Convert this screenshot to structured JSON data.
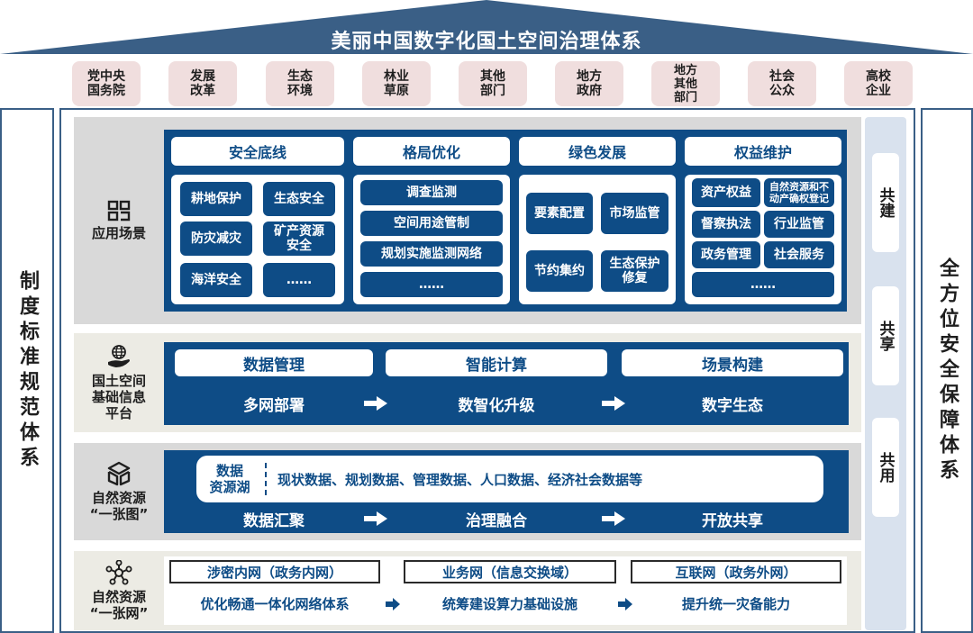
{
  "title": "美丽中国数字化国土空间治理体系",
  "colors": {
    "primary_blue": "#0e4c86",
    "roof_blue": "#3a5f86",
    "stakeholder_pink": "#f0dede",
    "layer_gray": "#d9d9d9",
    "layer_beige": "#ecebe4",
    "shared_column": "#d9e2ee"
  },
  "stakeholders": [
    {
      "label": "党中央\n国务院"
    },
    {
      "label": "发展\n改革"
    },
    {
      "label": "生态\n环境"
    },
    {
      "label": "林业\n草原"
    },
    {
      "label": "其他\n部门"
    },
    {
      "label": "地方\n政府"
    },
    {
      "label": "地方\n其他\n部门"
    },
    {
      "label": "社会\n公众"
    },
    {
      "label": "高校\n企业"
    }
  ],
  "left_pillar": "制度标准规范体系",
  "right_pillar": "全方位安全保障体系",
  "shared_column": {
    "tags": [
      "共建",
      "共享",
      "共用"
    ]
  },
  "layers": {
    "application": {
      "icon": "grid-apps-icon",
      "label": "应用场景",
      "columns": [
        {
          "header": "安全底线",
          "items": [
            "耕地保护",
            "生态安全",
            "防灾减灾",
            "矿产资源\n安全",
            "海洋安全",
            "……"
          ]
        },
        {
          "header": "格局优化",
          "items": [
            "调查监测",
            "空间用途管制",
            "规划实施监测网络",
            "……"
          ]
        },
        {
          "header": "绿色发展",
          "items": [
            "要素配置",
            "市场监管",
            "节约集约",
            "生态保护\n修复"
          ]
        },
        {
          "header": "权益维护",
          "items": [
            "资产权益",
            "自然资源和不\n动产确权登记",
            "督察执法",
            "行业监管",
            "政务管理",
            "社会服务",
            "……"
          ]
        }
      ]
    },
    "platform": {
      "icon": "globe-hand-icon",
      "label": "国土空间\n基础信息\n平台",
      "heads": [
        "数据管理",
        "智能计算",
        "场景构建"
      ],
      "flow": [
        "多网部署",
        "数智化升级",
        "数字生态"
      ]
    },
    "one_map": {
      "icon": "cube-icon",
      "label": "自然资源\n“一张图”",
      "lake_title": "数据\n资源湖",
      "lake_text": "现状数据、规划数据、管理数据、人口数据、经济社会数据等",
      "flow": [
        "数据汇聚",
        "治理融合",
        "开放共享"
      ]
    },
    "one_net": {
      "icon": "network-nodes-icon",
      "label": "自然资源\n“一张网”",
      "networks": [
        "涉密内网（政务内网）",
        "业务网（信息交换域）",
        "互联网（政务外网）"
      ],
      "flow": [
        "优化畅通一体化网络体系",
        "统筹建设算力基础设施",
        "提升统一灾备能力"
      ]
    }
  }
}
